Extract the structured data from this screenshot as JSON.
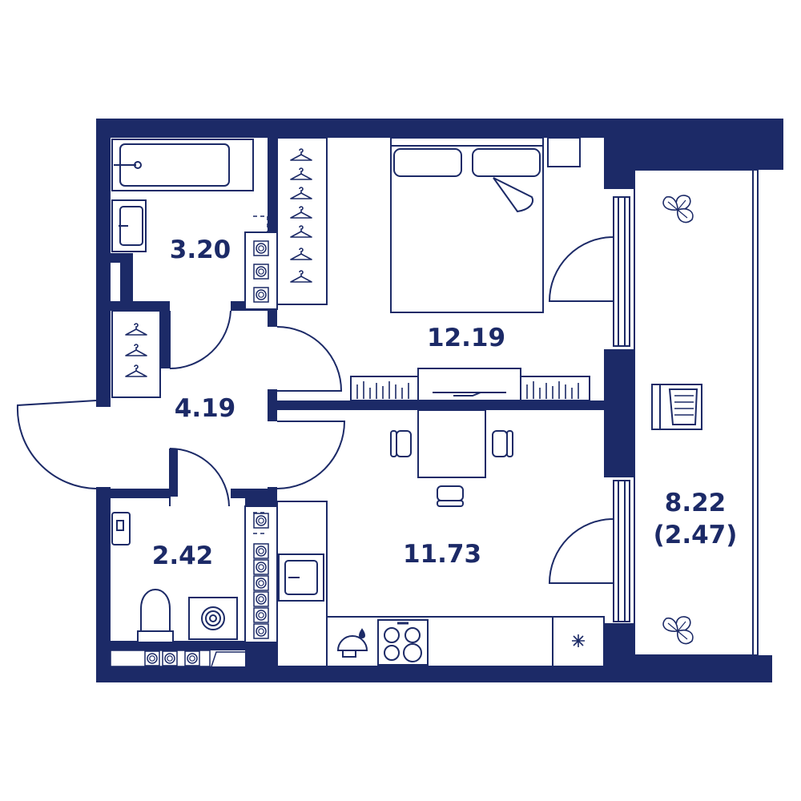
{
  "colors": {
    "wall": "#1c2a67",
    "background": "#ffffff",
    "line": "#1c2a67"
  },
  "rooms": {
    "bathroom": {
      "area": "3.20"
    },
    "bedroom": {
      "area": "12.19"
    },
    "hallway": {
      "area": "4.19"
    },
    "toilet": {
      "area": "2.42"
    },
    "kitchen": {
      "area": "11.73"
    },
    "balcony": {
      "area": "8.22",
      "area_reduced": "(2.47)"
    }
  },
  "icons": [
    "bathtub-icon",
    "sink-icon",
    "hanger-icon",
    "bed-icon",
    "pillow-icon",
    "table-icon",
    "chair-icon",
    "toilet-icon",
    "washing-machine-icon",
    "stove-icon",
    "freezer-icon",
    "plant-icon",
    "lounger-icon",
    "water-heater-icon",
    "meter-icon",
    "book-shelf-icon",
    "door-swing-icon",
    "window-icon"
  ]
}
